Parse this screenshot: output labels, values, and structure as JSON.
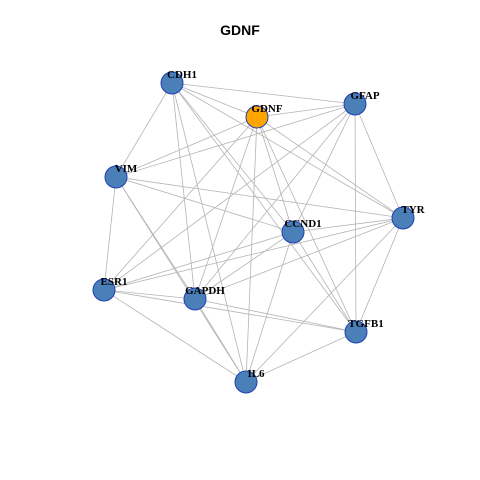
{
  "title": "GDNF",
  "colors": {
    "node_fill": "#4a7fb8",
    "node_stroke": "#1f3fb5",
    "highlight_fill": "#ffa500",
    "edge": "#b4b4b4"
  },
  "nodes": [
    {
      "id": "CDH1",
      "label": "CDH1",
      "highlight": false
    },
    {
      "id": "GDNF",
      "label": "GDNF",
      "highlight": true
    },
    {
      "id": "GFAP",
      "label": "GFAP",
      "highlight": false
    },
    {
      "id": "VIM",
      "label": "VIM",
      "highlight": false
    },
    {
      "id": "CCND1",
      "label": "CCND1",
      "highlight": false
    },
    {
      "id": "TYR",
      "label": "TYR",
      "highlight": false
    },
    {
      "id": "ESR1",
      "label": "ESR1",
      "highlight": false
    },
    {
      "id": "GAPDH",
      "label": "GAPDH",
      "highlight": false
    },
    {
      "id": "TGFB1",
      "label": "TGFB1",
      "highlight": false
    },
    {
      "id": "IL6",
      "label": "IL6",
      "highlight": false
    }
  ],
  "edges": [
    [
      "CDH1",
      "GDNF"
    ],
    [
      "CDH1",
      "GFAP"
    ],
    [
      "CDH1",
      "VIM"
    ],
    [
      "CDH1",
      "CCND1"
    ],
    [
      "CDH1",
      "TYR"
    ],
    [
      "CDH1",
      "GAPDH"
    ],
    [
      "CDH1",
      "TGFB1"
    ],
    [
      "CDH1",
      "IL6"
    ],
    [
      "GDNF",
      "VIM"
    ],
    [
      "GDNF",
      "GFAP"
    ],
    [
      "GDNF",
      "TYR"
    ],
    [
      "GDNF",
      "ESR1"
    ],
    [
      "GDNF",
      "GAPDH"
    ],
    [
      "GDNF",
      "TGFB1"
    ],
    [
      "GDNF",
      "IL6"
    ],
    [
      "GDNF",
      "CCND1"
    ],
    [
      "GFAP",
      "VIM"
    ],
    [
      "GFAP",
      "TYR"
    ],
    [
      "GFAP",
      "CCND1"
    ],
    [
      "GFAP",
      "ESR1"
    ],
    [
      "GFAP",
      "GAPDH"
    ],
    [
      "GFAP",
      "TGFB1"
    ],
    [
      "VIM",
      "TYR"
    ],
    [
      "VIM",
      "CCND1"
    ],
    [
      "VIM",
      "ESR1"
    ],
    [
      "VIM",
      "GAPDH"
    ],
    [
      "VIM",
      "IL6"
    ],
    [
      "TYR",
      "CCND1"
    ],
    [
      "TYR",
      "ESR1"
    ],
    [
      "TYR",
      "GAPDH"
    ],
    [
      "TYR",
      "TGFB1"
    ],
    [
      "TYR",
      "IL6"
    ],
    [
      "CCND1",
      "ESR1"
    ],
    [
      "CCND1",
      "GAPDH"
    ],
    [
      "CCND1",
      "TGFB1"
    ],
    [
      "CCND1",
      "IL6"
    ],
    [
      "ESR1",
      "GAPDH"
    ],
    [
      "ESR1",
      "TGFB1"
    ],
    [
      "ESR1",
      "IL6"
    ],
    [
      "GAPDH",
      "TGFB1"
    ],
    [
      "GAPDH",
      "IL6"
    ],
    [
      "TGFB1",
      "IL6"
    ]
  ]
}
